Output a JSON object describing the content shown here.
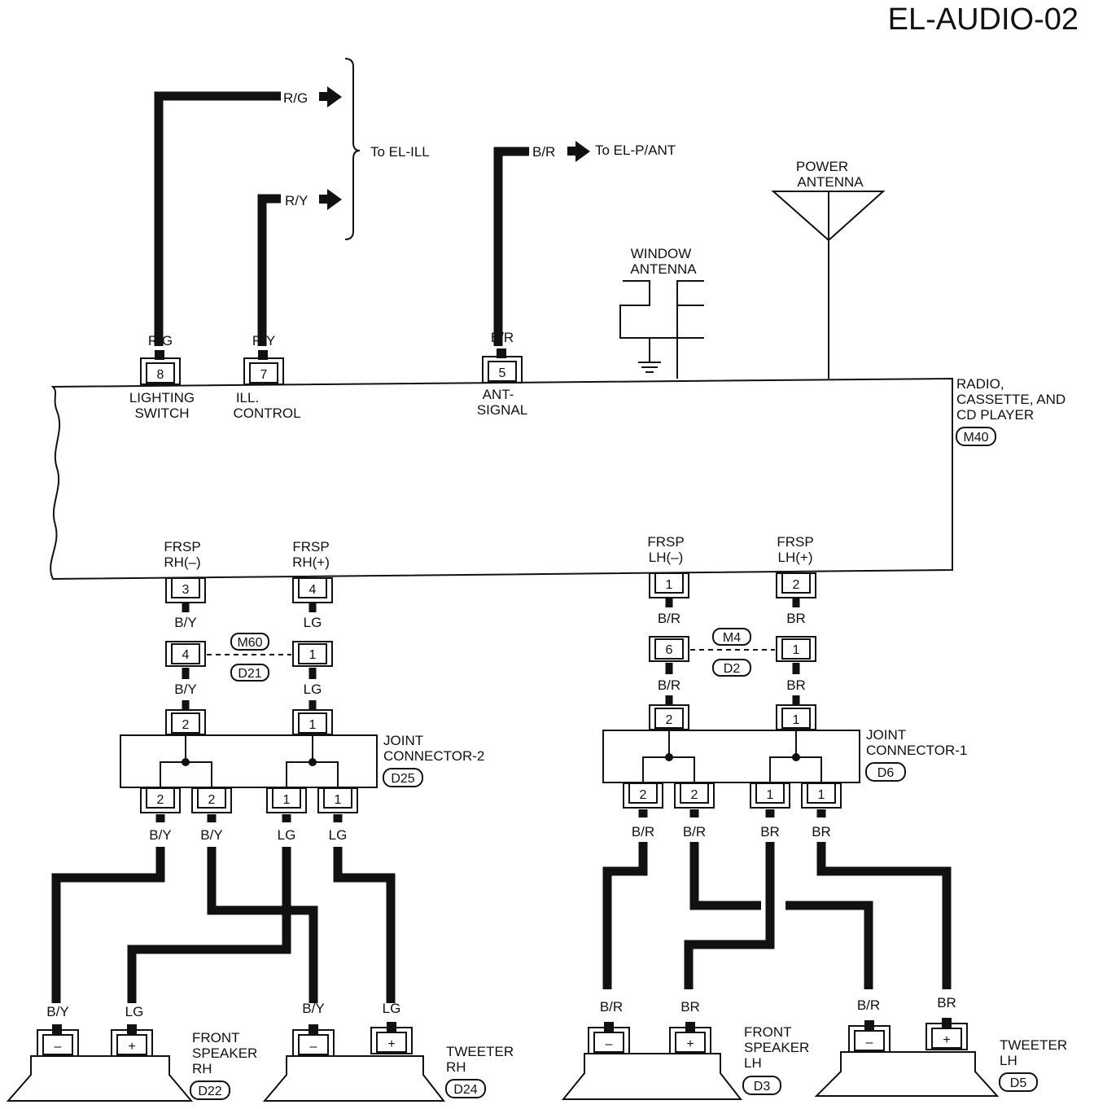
{
  "page_title": "EL-AUDIO-02",
  "wires": {
    "rg": "R/G",
    "ry": "R/Y",
    "br_slash": "B/R",
    "by": "B/Y",
    "lg": "LG",
    "br": "BR"
  },
  "destinations": {
    "el_ill": "To EL-ILL",
    "el_pant": "To EL-P/ANT"
  },
  "antennas": {
    "power_line1": "POWER",
    "power_line2": "ANTENNA",
    "window_line1": "WINDOW",
    "window_line2": "ANTENNA"
  },
  "radio": {
    "name_line1": "RADIO,",
    "name_line2": "CASSETTE, AND",
    "name_line3": "CD PLAYER",
    "connector": "M40"
  },
  "terminals": {
    "lighting_pin": "8",
    "lighting_line1": "LIGHTING",
    "lighting_line2": "SWITCH",
    "ill_pin": "7",
    "ill_line1": "ILL.",
    "ill_line2": "CONTROL",
    "ant_pin": "5",
    "ant_line1": "ANT-",
    "ant_line2": "SIGNAL",
    "frsp_rh_minus_pin": "3",
    "frsp_rh_plus_pin": "4",
    "frsp_lh_minus_pin": "1",
    "frsp_lh_plus_pin": "2",
    "frsp": "FRSP",
    "rh_minus": "RH(–)",
    "rh_plus": "RH(+)",
    "lh_minus": "LH(–)",
    "lh_plus": "LH(+)"
  },
  "inline_connectors": {
    "rh_pin_a": "4",
    "rh_pin_b": "1",
    "rh_tag_top": "M60",
    "rh_tag_bottom": "D21",
    "lh_pin_a": "6",
    "lh_pin_b": "1",
    "lh_tag_top": "M4",
    "lh_tag_bottom": "D2"
  },
  "joint_connectors": {
    "jc2_line1": "JOINT",
    "jc2_line2": "CONNECTOR-2",
    "jc2_tag": "D25",
    "jc1_line1": "JOINT",
    "jc1_line2": "CONNECTOR-1",
    "jc1_tag": "D6",
    "pin_1": "1",
    "pin_2": "2"
  },
  "speakers": {
    "minus": "–",
    "plus": "+",
    "front_line1": "FRONT",
    "front_line2": "SPEAKER",
    "tweeter": "TWEETER",
    "rh": "RH",
    "lh": "LH",
    "front_rh_tag": "D22",
    "tweeter_rh_tag": "D24",
    "front_lh_tag": "D3",
    "tweeter_lh_tag": "D5"
  }
}
